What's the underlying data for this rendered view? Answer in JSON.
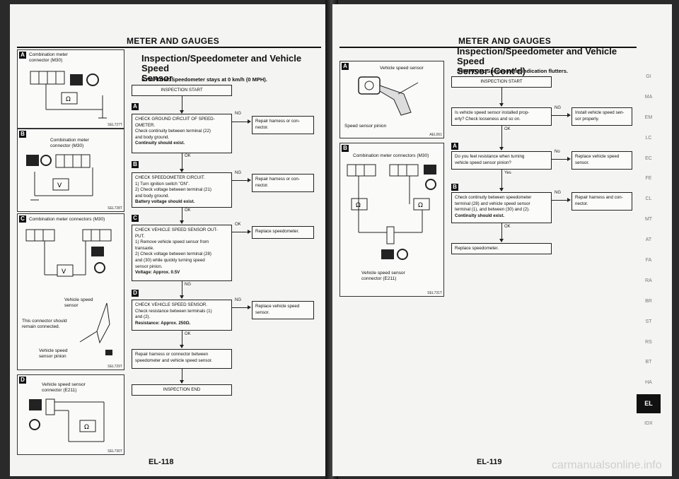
{
  "left_page": {
    "header": "METER AND GAUGES",
    "title_lines": [
      "Inspection/Speedometer and Vehicle Speed",
      "Sensor"
    ],
    "symptom": "SYMPTOM: Speedometer stays at 0 km/h (0 MPH).",
    "start": "INSPECTION START",
    "end": "INSPECTION END",
    "footer": "EL-118",
    "diagrams": [
      {
        "letter": "A",
        "title": "Combination meter connector (M30)",
        "code": "SEL727T"
      },
      {
        "letter": "B",
        "title": "Combination meter connector (M30)",
        "code": "SEL728T"
      },
      {
        "letter": "C",
        "title": "Combination meter connectors (M30)",
        "note1": "Vehicle speed sensor",
        "note2": "This connector should remain connected.",
        "note3": "Vehicle speed sensor pinion",
        "code": "SEL729T"
      },
      {
        "letter": "D",
        "title": "Vehicle speed sensor connector (E211)",
        "code": "SEL730T"
      }
    ],
    "steps": [
      {
        "letter": "A",
        "lines": [
          "CHECK GROUND CIRCUIT OF SPEED-",
          "OMETER.",
          "Check continuity between terminal (22)",
          "and body ground."
        ],
        "bold": "Continuity should exist.",
        "ng": "NG",
        "ng_action": "Repair harness or con-nector.",
        "ok": "OK"
      },
      {
        "letter": "B",
        "lines": [
          "CHECK SPEEDOMETER CIRCUIT.",
          "1) Turn ignition switch \"ON\".",
          "2) Check voltage between terminal (21)",
          "and body ground."
        ],
        "bold": "Battery voltage should exist.",
        "ng": "NG",
        "ng_action": "Repair harness or con-nector.",
        "ok": "OK"
      },
      {
        "letter": "C",
        "lines": [
          "CHECK VEHICLE SPEED SENSOR OUT-",
          "PUT.",
          "1) Remove vehicle speed sensor from",
          "transaxle.",
          "2) Check voltage between terminal (28)",
          "and (30) while quickly turning speed",
          "sensor pinion."
        ],
        "bold": "Voltage: Approx. 0.5V",
        "ok_side": "OK",
        "ok_action": "Replace speedometer.",
        "ng": "NG"
      },
      {
        "letter": "D",
        "lines": [
          "CHECK VEHICLE SPEED SENSOR.",
          "Check resistance between terminals (1)",
          "and (2)."
        ],
        "bold": "Resistance: Approx. 250Ω.",
        "ng": "NG",
        "ng_action": "Replace vehicle speed sensor.",
        "ok": "OK"
      }
    ],
    "final": "Repair harness or connector between speedometer and vehicle speed sensor."
  },
  "right_page": {
    "header": "METER AND GAUGES",
    "title_lines": [
      "Inspection/Speedometer and Vehicle Speed",
      "Sensor (Cont'd)"
    ],
    "symptom": "SYMPTOM: Speedometer indication flutters.",
    "start": "INSPECTION START",
    "footer": "EL-119",
    "diagrams": [
      {
        "letter": "A",
        "title": "Vehicle speed sensor",
        "sub": "Speed sensor pinion",
        "code": "AEL061"
      },
      {
        "letter": "B",
        "title": "Combination meter connectors (M30)",
        "sub": "Vehicle speed sensor connector (E211)",
        "code": "SEL731T"
      }
    ],
    "steps": [
      {
        "letter": "",
        "lines": [
          "Is vehicle speed sensor installed prop-",
          "erly? Check looseness and so on."
        ],
        "ng": "NG",
        "ng_action": "Install vehicle speed sen-sor properly.",
        "ok": "OK"
      },
      {
        "letter": "A",
        "lines": [
          "Do you feel resistance when turning",
          "vehicle speed sensor pinion?"
        ],
        "ng": "No",
        "ng_action": "Replace vehicle speed sensor.",
        "ok": "Yes"
      },
      {
        "letter": "B",
        "lines": [
          "Check continuity between speedometer",
          "terminal (28) and vehicle speed sensor",
          "terminal (1), and between (30) and (2)."
        ],
        "bold": "Continuity should exist.",
        "ng": "NG",
        "ng_action": "Repair harness and con-nector.",
        "ok": "OK"
      }
    ],
    "final": "Replace speedometer.",
    "side_tabs": [
      "GI",
      "MA",
      "EM",
      "LC",
      "EC",
      "FE",
      "CL",
      "MT",
      "AT",
      "FA",
      "RA",
      "BR",
      "ST",
      "RS",
      "BT",
      "HA",
      "EL",
      "IDX"
    ],
    "active_tab": "EL"
  },
  "watermark": "carmanualsonline.info"
}
